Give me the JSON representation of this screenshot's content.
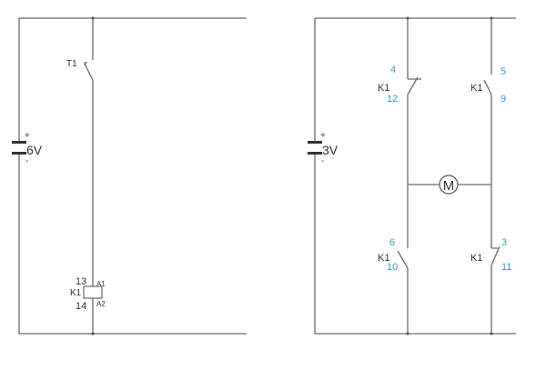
{
  "control_circuit": {
    "battery": {
      "voltage": "6V",
      "plus": "+",
      "minus": "-"
    },
    "switch": {
      "label": "T1"
    },
    "relay_coil": {
      "label": "K1",
      "terminal_top": "13",
      "terminal_bottom": "14",
      "pin_top": "A1",
      "pin_bottom": "A2"
    }
  },
  "power_circuit": {
    "battery": {
      "voltage": "3V",
      "plus": "+",
      "minus": "-"
    },
    "motor": {
      "label": "M"
    },
    "contacts": [
      {
        "label": "K1",
        "top": "4",
        "bottom": "12",
        "type": "normally-closed"
      },
      {
        "label": "K1",
        "top": "5",
        "bottom": "9",
        "type": "normally-open"
      },
      {
        "label": "K1",
        "top": "6",
        "bottom": "10",
        "type": "normally-open"
      },
      {
        "label": "K1",
        "top": "3",
        "bottom": "11",
        "type": "normally-closed"
      }
    ]
  },
  "colors": {
    "wire": "#6b6b6b",
    "terminal_numbers": "#3a9bc1"
  }
}
